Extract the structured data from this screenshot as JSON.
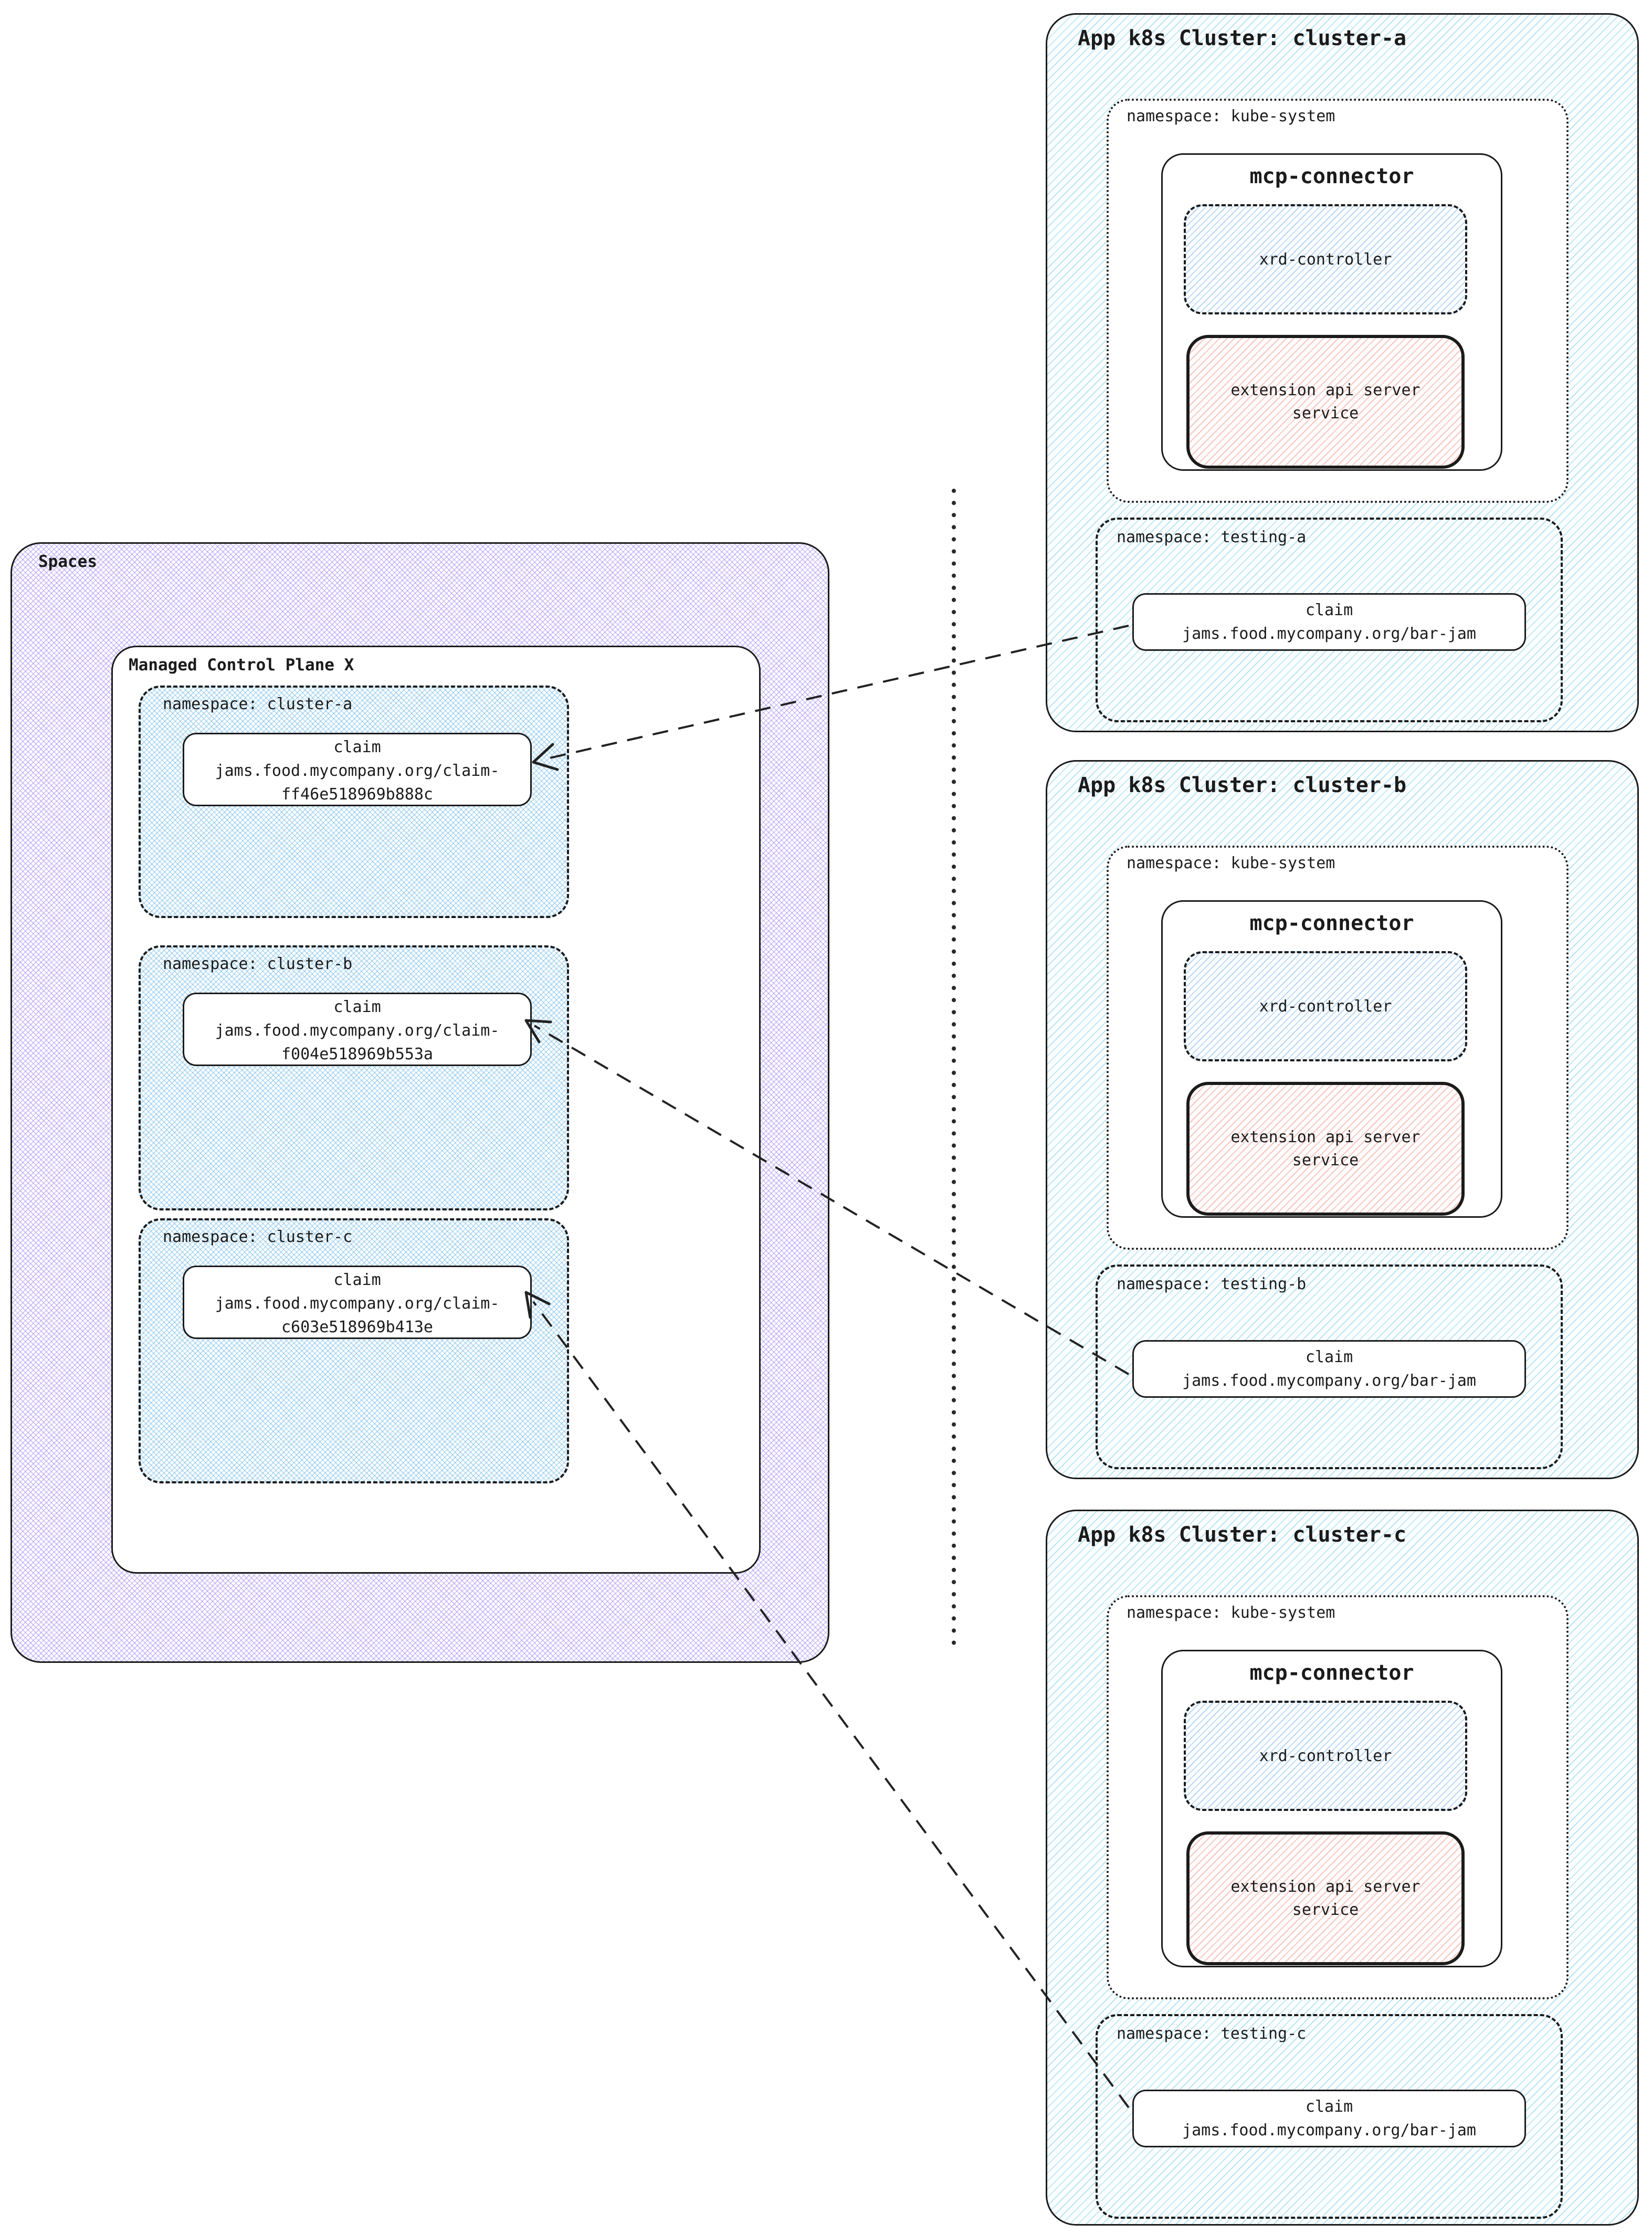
{
  "spaces": {
    "label": "Spaces",
    "control_plane": {
      "title": "Managed Control Plane X",
      "namespaces": [
        {
          "label": "namespace: cluster-a",
          "claim": {
            "kind": "claim",
            "line1": "jams.food.mycompany.org/claim-",
            "line2": "ff46e518969b888c"
          }
        },
        {
          "label": "namespace: cluster-b",
          "claim": {
            "kind": "claim",
            "line1": "jams.food.mycompany.org/claim-",
            "line2": "f004e518969b553a"
          }
        },
        {
          "label": "namespace: cluster-c",
          "claim": {
            "kind": "claim",
            "line1": "jams.food.mycompany.org/claim-",
            "line2": "c603e518969b413e"
          }
        }
      ]
    }
  },
  "clusters": [
    {
      "title": "App k8s Cluster: cluster-a",
      "kube_namespace": {
        "label": "namespace: kube-system",
        "connector": {
          "title": "mcp-connector",
          "controller": "xrd-controller",
          "extension": "extension api server service"
        }
      },
      "testing_namespace": {
        "label": "namespace: testing-a",
        "claim": {
          "kind": "claim",
          "name": "jams.food.mycompany.org/bar-jam"
        }
      }
    },
    {
      "title": "App k8s Cluster: cluster-b",
      "kube_namespace": {
        "label": "namespace: kube-system",
        "connector": {
          "title": "mcp-connector",
          "controller": "xrd-controller",
          "extension": "extension api server service"
        }
      },
      "testing_namespace": {
        "label": "namespace: testing-b",
        "claim": {
          "kind": "claim",
          "name": "jams.food.mycompany.org/bar-jam"
        }
      }
    },
    {
      "title": "App k8s Cluster: cluster-c",
      "kube_namespace": {
        "label": "namespace: kube-system",
        "connector": {
          "title": "mcp-connector",
          "controller": "xrd-controller",
          "extension": "extension api server service"
        }
      },
      "testing_namespace": {
        "label": "namespace: testing-c",
        "claim": {
          "kind": "claim",
          "name": "jams.food.mycompany.org/bar-jam"
        }
      }
    }
  ],
  "colors": {
    "ink": "#1b1b1b",
    "spaces_hatch": "#9a83f0",
    "namespace_crosshatch": "#58ace2",
    "cluster_hatch": "#66c3ea",
    "controller_hatch": "#5fa5eb",
    "extension_hatch": "#ee8377"
  }
}
